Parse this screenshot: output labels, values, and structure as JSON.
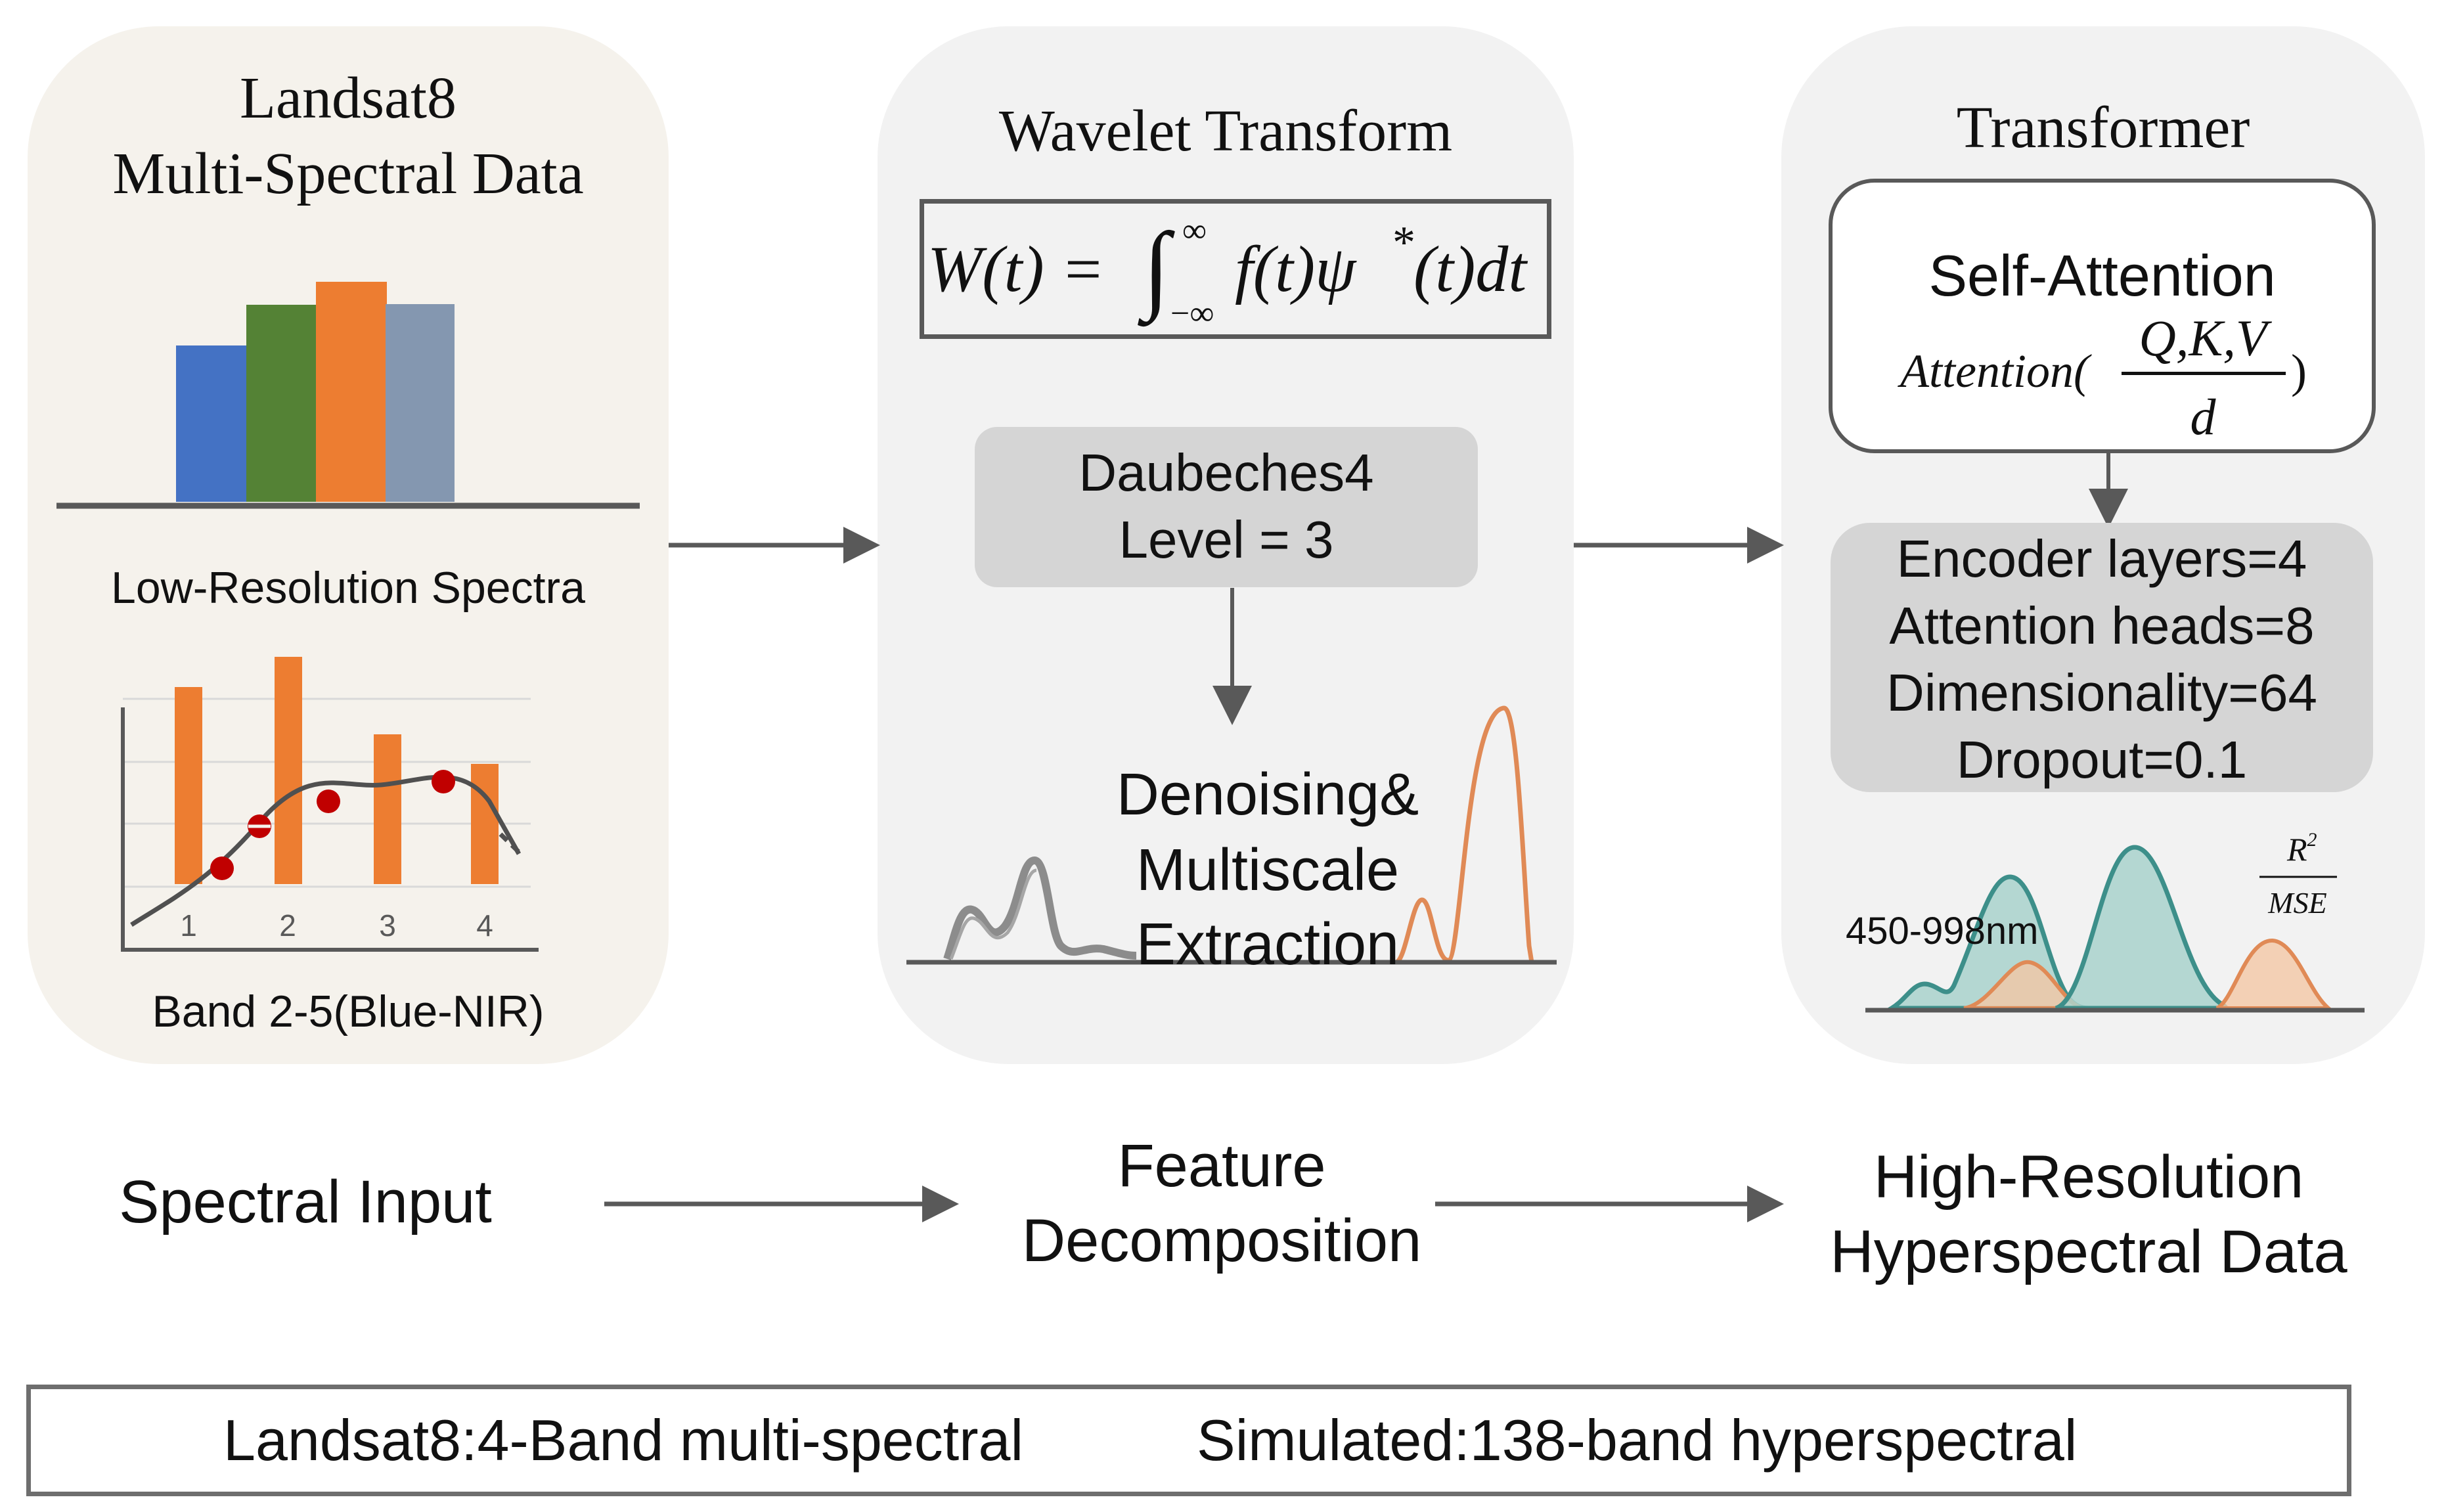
{
  "panel1": {
    "title_line1": "Landsat8",
    "title_line2": "Multi-Spectral Data",
    "subtitle": "Low-Resolution Spectra",
    "bands_label": "Band 2-5(Blue-NIR)",
    "band_ticks": [
      "1",
      "2",
      "3",
      "4"
    ],
    "colors": {
      "background": "#f5f2ec",
      "blue": "#4472c4",
      "green": "#548235",
      "orange": "#ed7d31",
      "slate": "#8497b0",
      "dot": "#c00000"
    }
  },
  "panel2": {
    "title": "Wavelet Transform",
    "formula": {
      "lhs": "W(t) =",
      "integral": "∫",
      "upper": "∞",
      "lower": "−∞",
      "rhs_a": "f(t)ψ",
      "star": "*",
      "rhs_b": "(t)dt"
    },
    "wavelet_line1": "Daubeches4",
    "wavelet_line2": "Level = 3",
    "output_line1": "Denoising&",
    "output_line2": "Multiscale",
    "output_line3": "Extraction",
    "colors": {
      "background": "#f2f2f2",
      "box": "#d5d5d5"
    }
  },
  "panel3": {
    "title": "Transformer",
    "attention_title": "Self-Attention",
    "attention_fn": "Attention(",
    "attention_num": "Q,K,V",
    "attention_den": "d",
    "attention_close": ")",
    "params": [
      "Encoder layers=4",
      "Attention heads=8",
      "Dimensionality=64",
      "Dropout=0.1"
    ],
    "range_label": "450-998nm",
    "metric_num": "R",
    "metric_sup": "2",
    "metric_den": "MSE",
    "colors": {
      "background": "#f2f2f2",
      "teal": "#3d8f8a",
      "teal_fill": "#a9d2cc",
      "peach": "#e08a56",
      "peach_fill": "#f3c7a5"
    }
  },
  "flow": {
    "step1": "Spectral Input",
    "step2_line1": "Feature",
    "step2_line2": "Decomposition",
    "step3_line1": "High-Resolution",
    "step3_line2": "Hyperspectral Data"
  },
  "footer": {
    "left": "Landsat8:4-Band multi-spectral",
    "right": "Simulated:138-band hyperspectral"
  }
}
